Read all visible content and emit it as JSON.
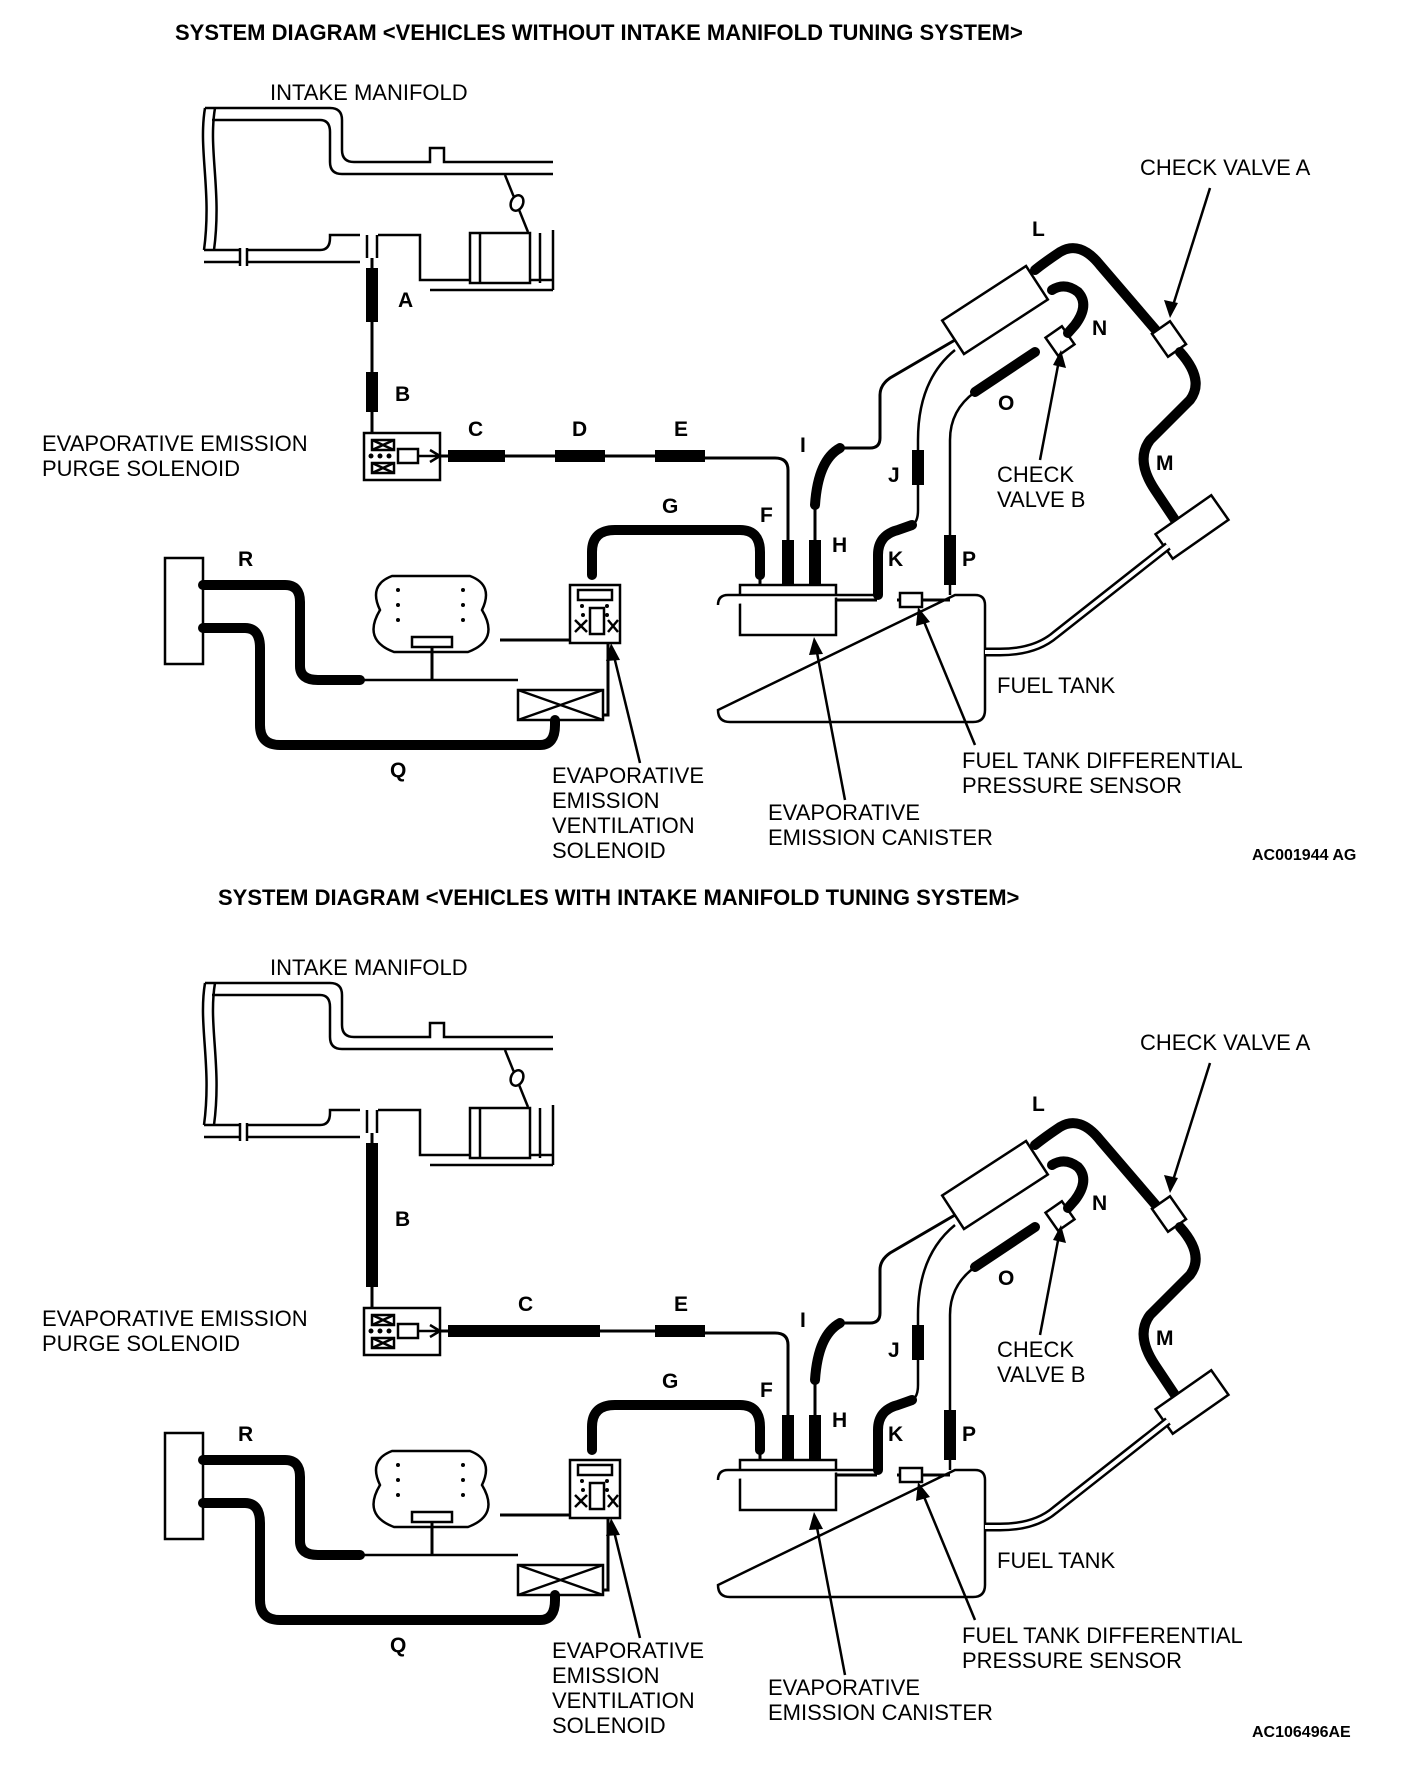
{
  "diagrams": [
    {
      "title": "SYSTEM DIAGRAM <VEHICLES WITHOUT INTAKE MANIFOLD TUNING SYSTEM>",
      "code": "AC001944 AG",
      "hose_labels": [
        "A",
        "B",
        "C",
        "D",
        "E",
        "F",
        "G",
        "H",
        "I",
        "J",
        "K",
        "L",
        "M",
        "N",
        "O",
        "P",
        "Q",
        "R"
      ]
    },
    {
      "title": "SYSTEM DIAGRAM <VEHICLES WITH INTAKE MANIFOLD TUNING SYSTEM>",
      "code": "AC106496AE",
      "hose_labels": [
        "B",
        "C",
        "E",
        "F",
        "G",
        "H",
        "I",
        "J",
        "K",
        "L",
        "M",
        "N",
        "O",
        "P",
        "Q",
        "R"
      ]
    }
  ],
  "components": {
    "intake_manifold": "INTAKE MANIFOLD",
    "check_valve_a": "CHECK VALVE A",
    "check_valve_b_1": "CHECK",
    "check_valve_b_2": "VALVE B",
    "purge_solenoid_1": "EVAPORATIVE EMISSION",
    "purge_solenoid_2": "PURGE SOLENOID",
    "ventilation_solenoid_1": "EVAPORATIVE",
    "ventilation_solenoid_2": "EMISSION",
    "ventilation_solenoid_3": "VENTILATION",
    "ventilation_solenoid_4": "SOLENOID",
    "canister_1": "EVAPORATIVE",
    "canister_2": "EMISSION CANISTER",
    "fuel_tank": "FUEL TANK",
    "pressure_sensor_1": "FUEL TANK DIFFERENTIAL",
    "pressure_sensor_2": "PRESSURE SENSOR"
  }
}
